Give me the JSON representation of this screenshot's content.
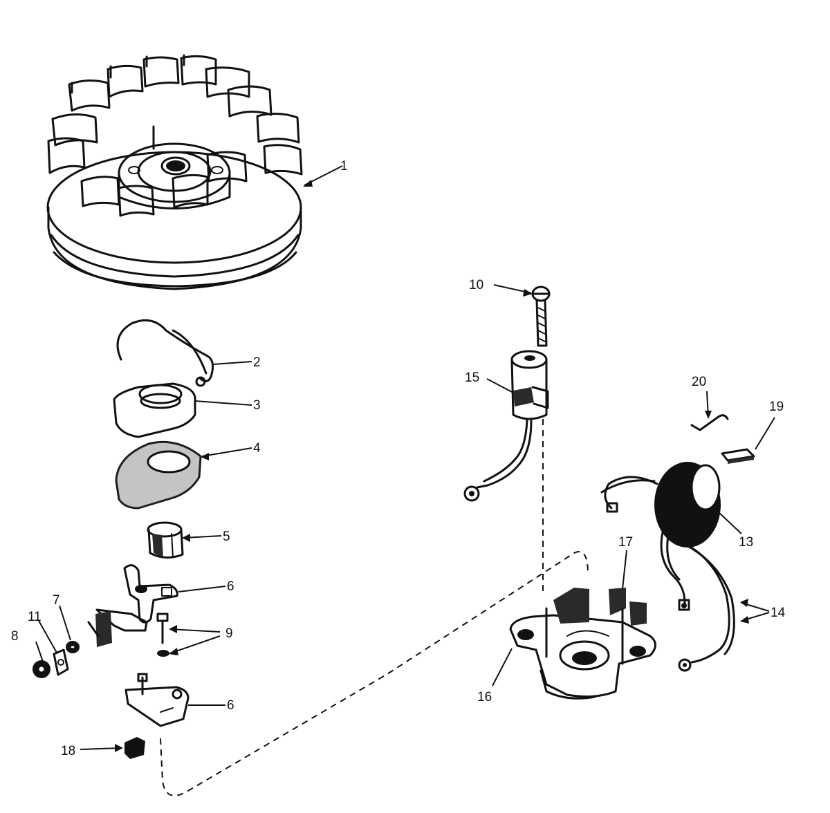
{
  "callouts": [
    {
      "id": "1",
      "label": "1"
    },
    {
      "id": "2",
      "label": "2"
    },
    {
      "id": "3",
      "label": "3"
    },
    {
      "id": "4",
      "label": "4"
    },
    {
      "id": "5",
      "label": "5"
    },
    {
      "id": "6a",
      "label": "6"
    },
    {
      "id": "6b",
      "label": "6"
    },
    {
      "id": "7",
      "label": "7"
    },
    {
      "id": "8",
      "label": "8"
    },
    {
      "id": "9",
      "label": "9"
    },
    {
      "id": "10",
      "label": "10"
    },
    {
      "id": "11",
      "label": "11"
    },
    {
      "id": "13",
      "label": "13"
    },
    {
      "id": "14",
      "label": "14"
    },
    {
      "id": "15",
      "label": "15"
    },
    {
      "id": "16",
      "label": "16"
    },
    {
      "id": "17",
      "label": "17"
    },
    {
      "id": "18",
      "label": "18"
    },
    {
      "id": "19",
      "label": "19"
    },
    {
      "id": "20",
      "label": "20"
    }
  ]
}
